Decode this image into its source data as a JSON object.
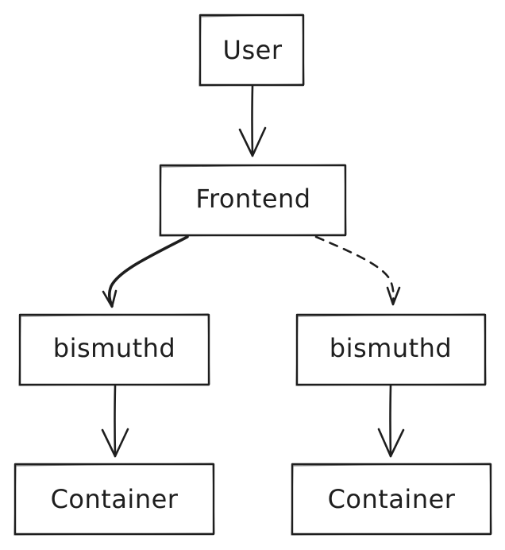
{
  "diagram": {
    "nodes": [
      {
        "id": "user",
        "label": "User"
      },
      {
        "id": "frontend",
        "label": "Frontend"
      },
      {
        "id": "bismuthd-left",
        "label": "bismuthd"
      },
      {
        "id": "bismuthd-right",
        "label": "bismuthd"
      },
      {
        "id": "container-left",
        "label": "Container"
      },
      {
        "id": "container-right",
        "label": "Container"
      }
    ],
    "edges": [
      {
        "from": "user",
        "to": "frontend",
        "style": "solid"
      },
      {
        "from": "frontend",
        "to": "bismuthd-left",
        "style": "solid-thick"
      },
      {
        "from": "frontend",
        "to": "bismuthd-right",
        "style": "dashed"
      },
      {
        "from": "bismuthd-left",
        "to": "container-left",
        "style": "solid"
      },
      {
        "from": "bismuthd-right",
        "to": "container-right",
        "style": "solid"
      }
    ],
    "colors": {
      "stroke": "#1e1e1e",
      "fill": "#ffffff",
      "background": "#ffffff"
    }
  }
}
